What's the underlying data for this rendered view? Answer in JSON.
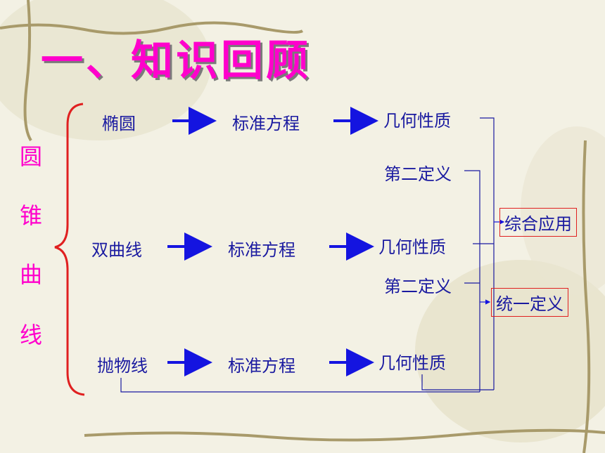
{
  "title": "一、知识回顾",
  "side_title": [
    "圆",
    "锥",
    "曲",
    "线"
  ],
  "rows": [
    {
      "curve": "椭圆",
      "equation": "标准方程",
      "property": "几何性质",
      "second_def": "第二定义"
    },
    {
      "curve": "双曲线",
      "equation": "标准方程",
      "property": "几何性质",
      "second_def": "第二定义"
    },
    {
      "curve": "抛物线",
      "equation": "标准方程",
      "property": "几何性质"
    }
  ],
  "outcomes": {
    "application": "综合应用",
    "unified_def": "统一定义"
  },
  "colors": {
    "title": "#ff00cc",
    "text": "#1a1aa0",
    "arrow": "#1414e0",
    "brace": "#e02020",
    "box": "#e02020"
  }
}
